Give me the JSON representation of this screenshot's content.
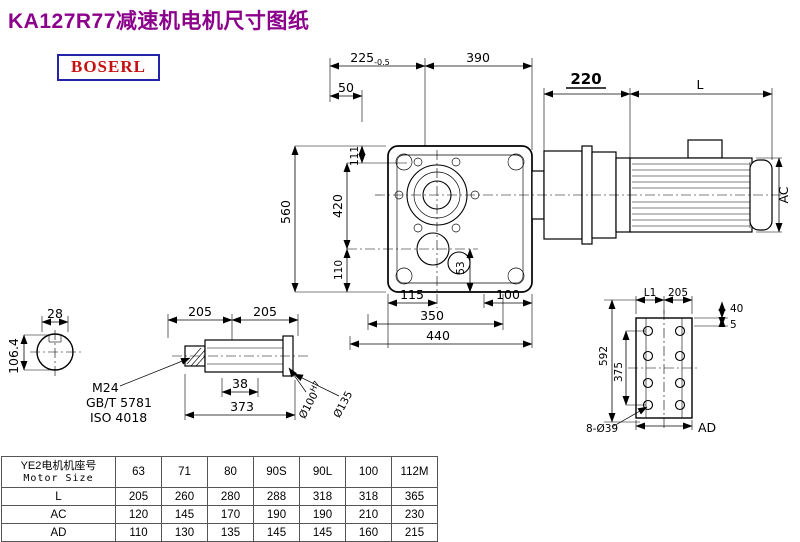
{
  "title": "KA127R77减速机电机尺寸图纸",
  "logo": "BOSERL",
  "dims": {
    "top_225": "225",
    "top_225_tol": "-0.5",
    "top_390": "390",
    "top_50": "50",
    "top_220": "220",
    "top_L": "L",
    "left_560": "560",
    "left_420": "420",
    "left_111": "111",
    "left_110": "110",
    "bottom_115": "115",
    "bottom_53": "53",
    "bottom_100": "100",
    "bottom_350": "350",
    "bottom_440": "440",
    "right_AC": "AC",
    "shaft_28": "28",
    "shaft_106_4": "106.4",
    "out_205_a": "205",
    "out_205_b": "205",
    "out_M24": "M24",
    "out_GB": "GB/T 5781",
    "out_ISO": "ISO 4018",
    "out_38": "38",
    "out_373": "373",
    "out_d100": "Ø100",
    "out_d100_fit": "H7",
    "out_d135": "Ø135",
    "flange_L1": "L1",
    "flange_205": "205",
    "flange_40": "40",
    "flange_5": "5",
    "flange_592": "592",
    "flange_375": "375",
    "flange_8d39": "8-Ø39",
    "flange_AD": "AD"
  },
  "table": {
    "header_cn": "YE2电机机座号",
    "header_en": "Motor Size",
    "sizes": [
      "63",
      "71",
      "80",
      "90S",
      "90L",
      "100",
      "112M"
    ],
    "rows": [
      {
        "label": "L",
        "values": [
          "205",
          "260",
          "280",
          "288",
          "318",
          "318",
          "365"
        ]
      },
      {
        "label": "AC",
        "values": [
          "120",
          "145",
          "170",
          "190",
          "190",
          "210",
          "230"
        ]
      },
      {
        "label": "AD",
        "values": [
          "110",
          "130",
          "135",
          "145",
          "145",
          "160",
          "215"
        ]
      }
    ]
  }
}
